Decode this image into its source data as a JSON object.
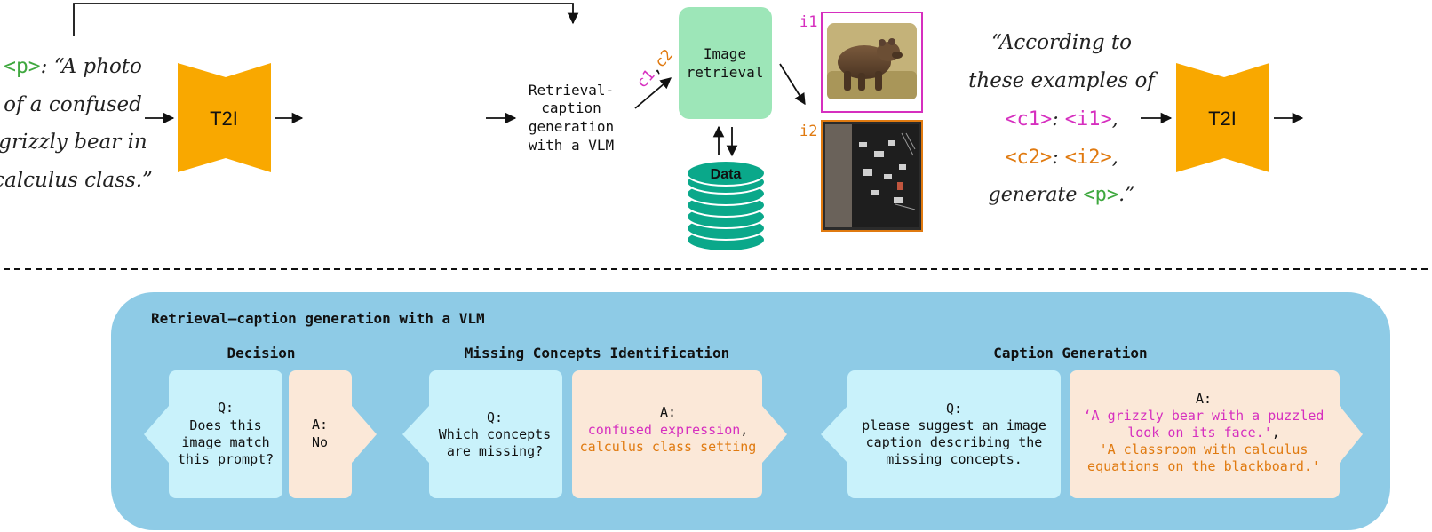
{
  "colors": {
    "green": "#3fa83f",
    "magenta": "#d62fbf",
    "orange": "#e07a10",
    "t2i": "#f9a800",
    "retrieval_box": "#9de6b8",
    "database": "#0aa88a",
    "panel": "#8ecbe6",
    "question_bubble": "#c9f2fb",
    "answer_bubble": "#fbe8d8"
  },
  "top": {
    "prompt": {
      "token": "<p>",
      "lines": [
        ": “A photo",
        "of a confused",
        "grizzly bear in",
        "calculus class.”"
      ]
    },
    "t2i_left_label": "T2I",
    "t2i_right_label": "T2I",
    "retrieval_caption_lines": [
      "Retrieval-",
      "caption",
      "generation",
      "with a VLM"
    ],
    "concept_c1": "c1",
    "concept_comma": ",",
    "concept_c2": "c2",
    "image_retrieval_lines": [
      "Image",
      "retrieval"
    ],
    "data_label": "Data",
    "image_label_i1": "i1",
    "image_label_i2": "i2",
    "final_prompt": {
      "line1": "“According to",
      "line2": "these examples of",
      "line3": {
        "c1": "<c1>",
        "sep1": ": ",
        "i1": "<i1>",
        "end": ","
      },
      "line4": {
        "c2": "<c2>",
        "sep1": ": ",
        "i2": "<i2>",
        "end": ","
      },
      "line5": {
        "pre": "generate ",
        "p": "<p>",
        "end": ".”"
      }
    }
  },
  "panel": {
    "title": "Retrieval–caption generation with a VLM",
    "decision": {
      "heading": "Decision",
      "q_lines": [
        "Q:",
        "Does this",
        "image match",
        "this prompt?"
      ],
      "a_lines": [
        "A:",
        "No"
      ]
    },
    "missing": {
      "heading": "Missing Concepts Identification",
      "q_lines": [
        "Q:",
        "Which concepts",
        "are missing?"
      ],
      "a_label": "A:",
      "a_line1": "confused expression",
      "a_line1_end": ",",
      "a_line2": "calculus class setting"
    },
    "caption": {
      "heading": "Caption Generation",
      "q_lines": [
        "Q:",
        "please suggest an image",
        "caption describing the",
        "missing concepts."
      ],
      "a_label": "A:",
      "a_magenta_lines": [
        "‘A grizzly bear with a puzzled",
        "look on its face.'"
      ],
      "a_magenta_end": ",",
      "a_orange_lines": [
        "'A classroom with calculus",
        "equations on the blackboard.'"
      ]
    }
  }
}
